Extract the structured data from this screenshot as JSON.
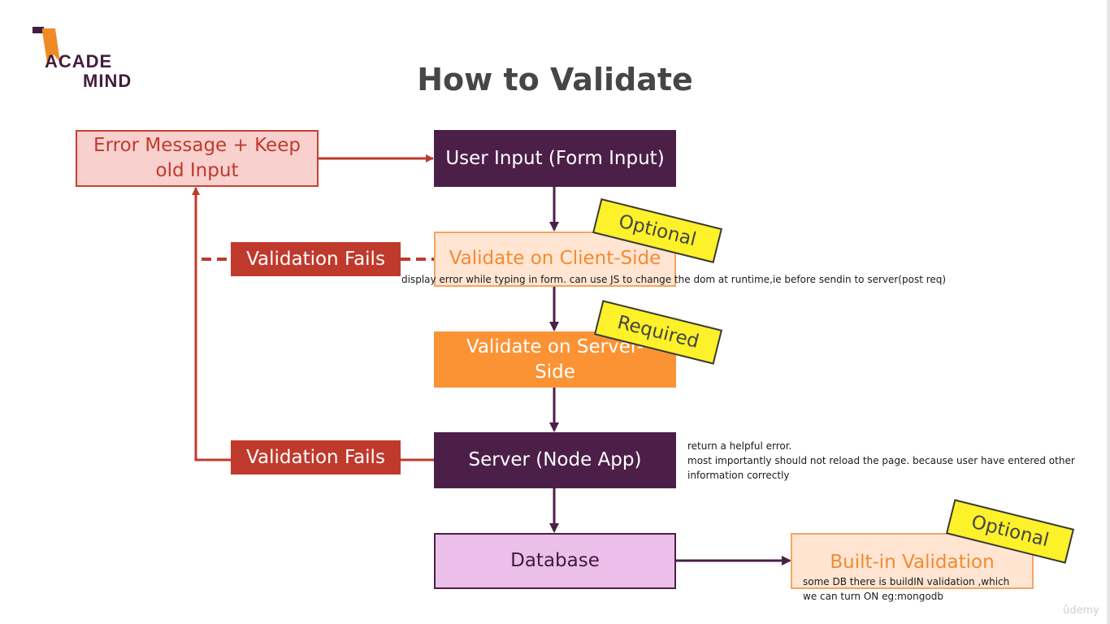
{
  "slide": {
    "title": "How to Validate"
  },
  "logo": {
    "line1": "ACADE",
    "line2": "MIND",
    "brand_color": "#421d3e",
    "accent_color": "#f08a24"
  },
  "nodes": {
    "user_input": "User Input (Form Input)",
    "client_validation": "Validate on Client-Side",
    "server_validation": "Validate on Server-Side",
    "server": "Server (Node App)",
    "database": "Database",
    "builtin_validation": "Built-in Validation",
    "error_message": "Error Message + Keep old Input",
    "validation_fails_client": "Validation Fails",
    "validation_fails_server": "Validation Fails"
  },
  "tags": {
    "client": "Optional",
    "server": "Required",
    "builtin": "Optional"
  },
  "notes": {
    "client": "display error while typing in form.  can use  JS to change the dom at runtime,ie before sendin to server(post req)",
    "server_lines": [
      "return a helpful error.",
      "most importantly should not reload the page. because user have entered other",
      "information correctly"
    ],
    "builtin_lines": [
      "some DB there is buildIN validation ,which",
      "we can turn ON eg:mongodb"
    ]
  },
  "watermark": "ûdemy",
  "colors": {
    "purple": "#4c1f49",
    "red": "#bf3a2c",
    "orange": "#fb9335",
    "peach": "#ffe5d2",
    "pink": "#f8d0ce",
    "lavender": "#ebbfea",
    "tag_yellow": "#fdf12a"
  }
}
